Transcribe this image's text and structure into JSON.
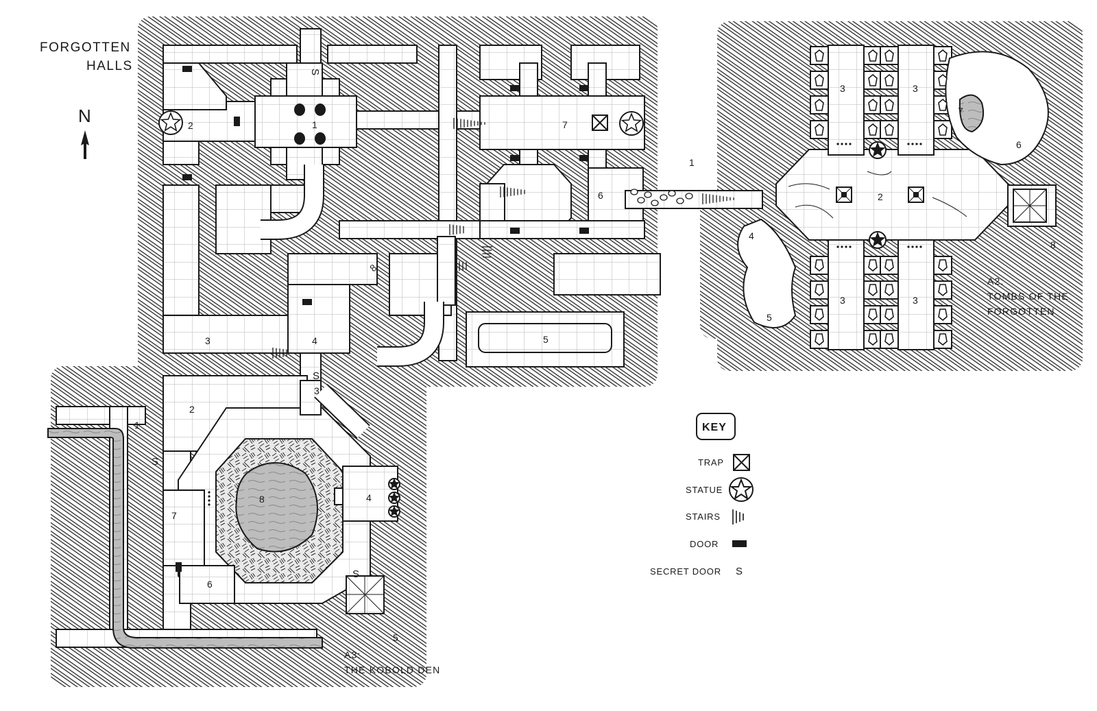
{
  "map_title": [
    "FORGOTTEN",
    "HALLS"
  ],
  "compass_letter": "N",
  "areas": {
    "a2": [
      "A2:",
      "TOMBS OF THE",
      "FORGOTTEN"
    ],
    "a3": [
      "A3:",
      "THE KOBOLD DEN"
    ]
  },
  "key": {
    "title": "KEY",
    "items": [
      {
        "label": "TRAP",
        "symbol": "trap-icon"
      },
      {
        "label": "STATUE",
        "symbol": "star-icon"
      },
      {
        "label": "STAIRS",
        "symbol": "stairs-icon"
      },
      {
        "label": "DOOR",
        "symbol": "door-icon"
      },
      {
        "label": "SECRET DOOR",
        "symbol": "S"
      }
    ]
  },
  "secret_mark": "S",
  "room_numbers": {
    "halls": [
      "1",
      "2",
      "3",
      "4",
      "5",
      "6",
      "7",
      "8"
    ],
    "tombs": [
      "1",
      "2",
      "3",
      "3",
      "3",
      "3",
      "4",
      "5",
      "6",
      "7",
      "8"
    ],
    "kobold": [
      "1",
      "2",
      "3",
      "4",
      "5",
      "6",
      "7",
      "8"
    ]
  },
  "colors": {
    "ink": "#1a1a1a",
    "floor": "#ffffff",
    "grid": "#b4b4b4",
    "rock": "#e9e9e9",
    "water": "#bdbdbd"
  }
}
